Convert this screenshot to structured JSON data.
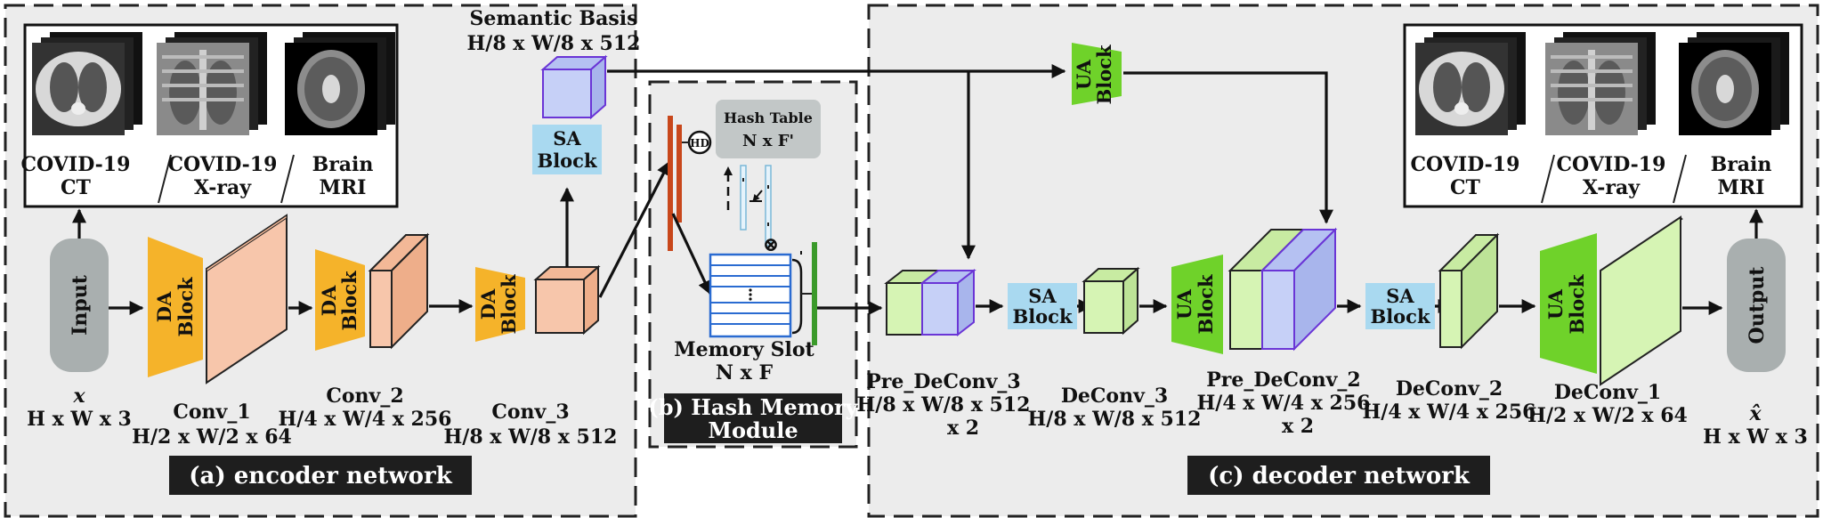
{
  "panels": {
    "encoder": "(a) encoder network",
    "memory_line1": "(b) Hash Memory",
    "memory_line2": "Module",
    "decoder": "(c) decoder network"
  },
  "modalities": {
    "ct_line1": "COVID-19",
    "ct_line2": "CT",
    "xray_line1": "COVID-19",
    "xray_line2": "X-ray",
    "mri_line1": "Brain",
    "mri_line2": "MRI"
  },
  "encoder": {
    "input_label": "Input",
    "input_symbol": "x",
    "input_dims": "H x W x 3",
    "da_block_line1": "DA",
    "da_block_line2": "Block",
    "conv1_name": "Conv_1",
    "conv1_dims": "H/2 x W/2  x 64",
    "conv2_name": "Conv_2",
    "conv2_dims": "H/4 x W/4  x 256",
    "conv3_name": "Conv_3",
    "conv3_dims": "H/8 x W/8  x 512",
    "semantic_title": "Semantic Basis",
    "semantic_dims": "H/8 x W/8 x 512",
    "sa_block_line1": "SA",
    "sa_block_line2": "Block"
  },
  "memory": {
    "hd_label": "HD",
    "hash_table_line1": "Hash Table",
    "hash_table_line2": "N x F'",
    "memory_slot_line1": "Memory Slot",
    "memory_slot_line2": "N x F",
    "multiply_symbol": "⊗"
  },
  "decoder": {
    "ua_block_line1": "UA",
    "ua_block_line2": "Block",
    "sa_block_line1": "SA",
    "sa_block_line2": "Block",
    "pre_deconv3_name": "Pre_DeConv_3",
    "pre_deconv3_dims": "H/8 x W/8  x 512",
    "pre_deconv3_mult": "x 2",
    "deconv3_name": "DeConv_3",
    "deconv3_dims": "H/8 x W/8  x 512",
    "pre_deconv2_name": "Pre_DeConv_2",
    "pre_deconv2_dims": "H/4 x W/4  x 256",
    "pre_deconv2_mult": "x 2",
    "deconv2_name": "DeConv_2",
    "deconv2_dims": "H/4 x W/4  x 256",
    "deconv1_name": "DeConv_1",
    "deconv1_dims": "H/2 x W/2  x 64",
    "output_label": "Output",
    "output_symbol": "x̂",
    "output_dims": "H x W x 3"
  },
  "colors": {
    "panel_bg": "#ececec",
    "encoder_feature": "#f7c6ab",
    "decoder_feature": "#d6f4b4",
    "semantic_feature": "#c6d0f7",
    "da_block": "#f5b32a",
    "sa_block": "#a9d9f0",
    "ua_block": "#6fd22a",
    "io_pill": "#a9afaf",
    "hash_table": "#c2c7c7",
    "tag_bg": "#1e1e1e",
    "red_bar": "#c8471b",
    "green_bar": "#3a9a2a",
    "purple_edge": "#6a35d6"
  }
}
